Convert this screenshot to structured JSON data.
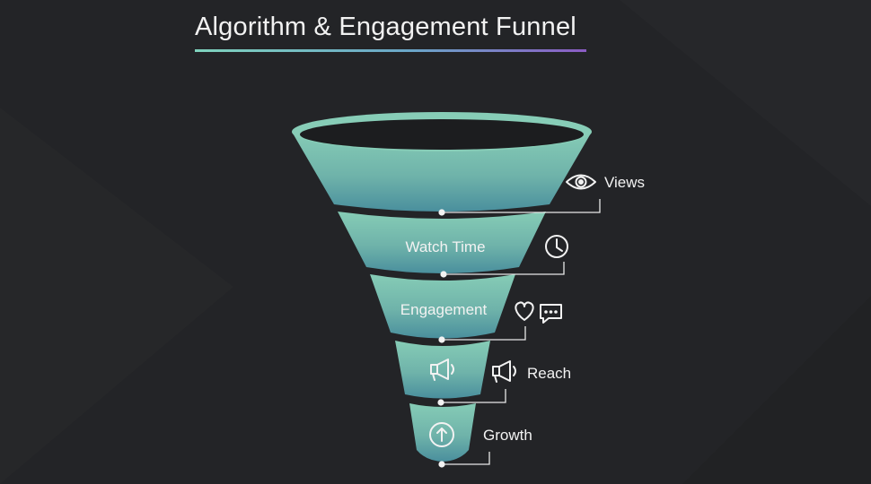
{
  "title": "Algorithm & Engagement Funnel",
  "stages": [
    {
      "id": "views",
      "label": "Views",
      "inside": false,
      "icon": "eye-icon"
    },
    {
      "id": "watch-time",
      "label": "Watch Time",
      "inside": true,
      "icon": "clock-icon"
    },
    {
      "id": "engagement",
      "label": "Engagement",
      "inside": true,
      "icon": "heart-icon"
    },
    {
      "id": "reach",
      "label": "Reach",
      "inside": false,
      "icon": "megaphone-icon"
    },
    {
      "id": "growth",
      "label": "Growth",
      "inside": false,
      "icon": "arrow-up-circle-icon"
    }
  ],
  "colors": {
    "background": "#232427",
    "funnel_top": "#82c8b2",
    "funnel_bottom": "#4a909c",
    "accent": "#7fd3bd"
  }
}
